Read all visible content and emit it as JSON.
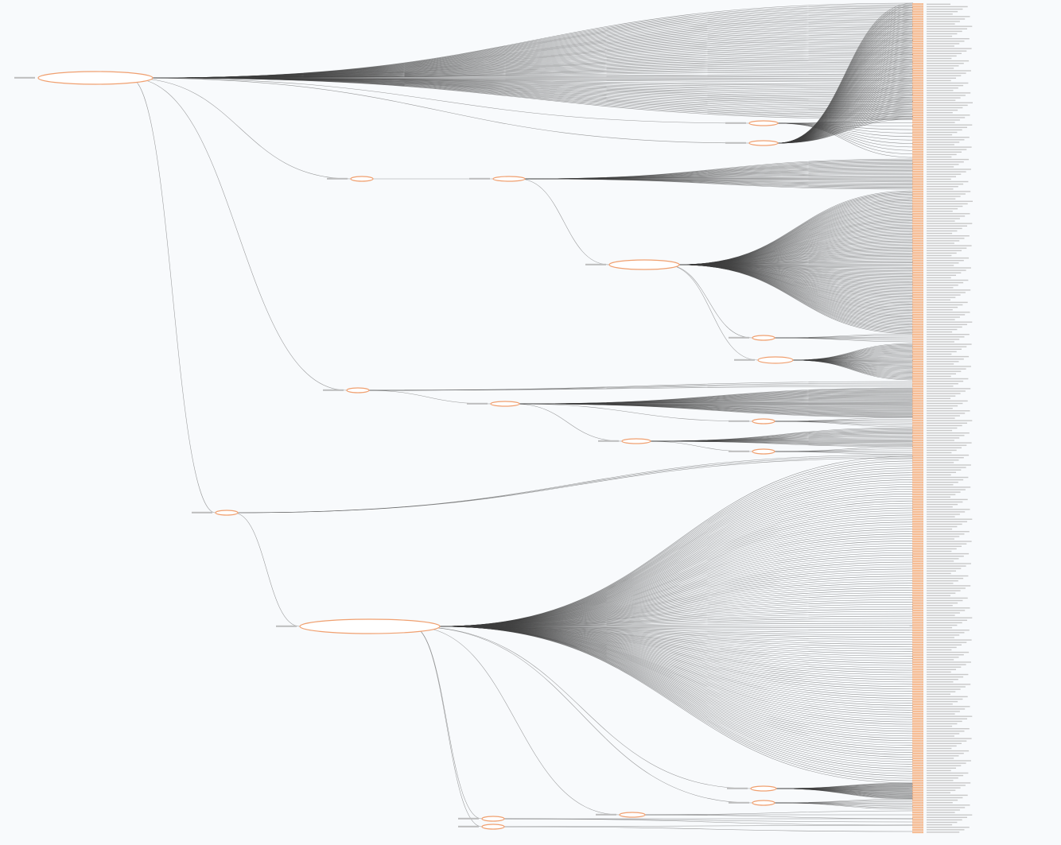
{
  "colors": {
    "background": "#f8fafc",
    "edge": "#3f3f3f",
    "node_stroke": "#f0a070",
    "leaf_cell": "#f6b183",
    "faint_text": "#c9c9c9"
  },
  "tree": {
    "root": {
      "id": "root",
      "label": ""
    },
    "internal_nodes": [
      {
        "id": "n1",
        "parent": "root",
        "leaves": 80
      },
      {
        "id": "n1a",
        "parent": "root",
        "leaves": 12
      },
      {
        "id": "n2",
        "parent": "root",
        "leaves": 0
      },
      {
        "id": "n3",
        "parent": "n2",
        "leaves": 30
      },
      {
        "id": "n4",
        "parent": "n3",
        "leaves": 130
      },
      {
        "id": "n4a",
        "parent": "n4",
        "leaves": 6
      },
      {
        "id": "n5",
        "parent": "n4",
        "leaves": 40
      },
      {
        "id": "n6",
        "parent": "root",
        "leaves": 4
      },
      {
        "id": "n7",
        "parent": "n6",
        "leaves": 40
      },
      {
        "id": "n7a",
        "parent": "n7",
        "leaves": 6
      },
      {
        "id": "n8",
        "parent": "n7",
        "leaves": 20
      },
      {
        "id": "n8a",
        "parent": "n8",
        "leaves": 5
      },
      {
        "id": "n9",
        "parent": "root",
        "leaves": 3
      },
      {
        "id": "n10",
        "parent": "n9",
        "leaves": 300
      },
      {
        "id": "n11",
        "parent": "n10",
        "leaves": 30
      },
      {
        "id": "n11a",
        "parent": "n10",
        "leaves": 8
      },
      {
        "id": "n12",
        "parent": "n10",
        "leaves": 3
      },
      {
        "id": "n13",
        "parent": "n10",
        "leaves": 3
      },
      {
        "id": "n14",
        "parent": "n10",
        "leaves": 2
      }
    ]
  }
}
